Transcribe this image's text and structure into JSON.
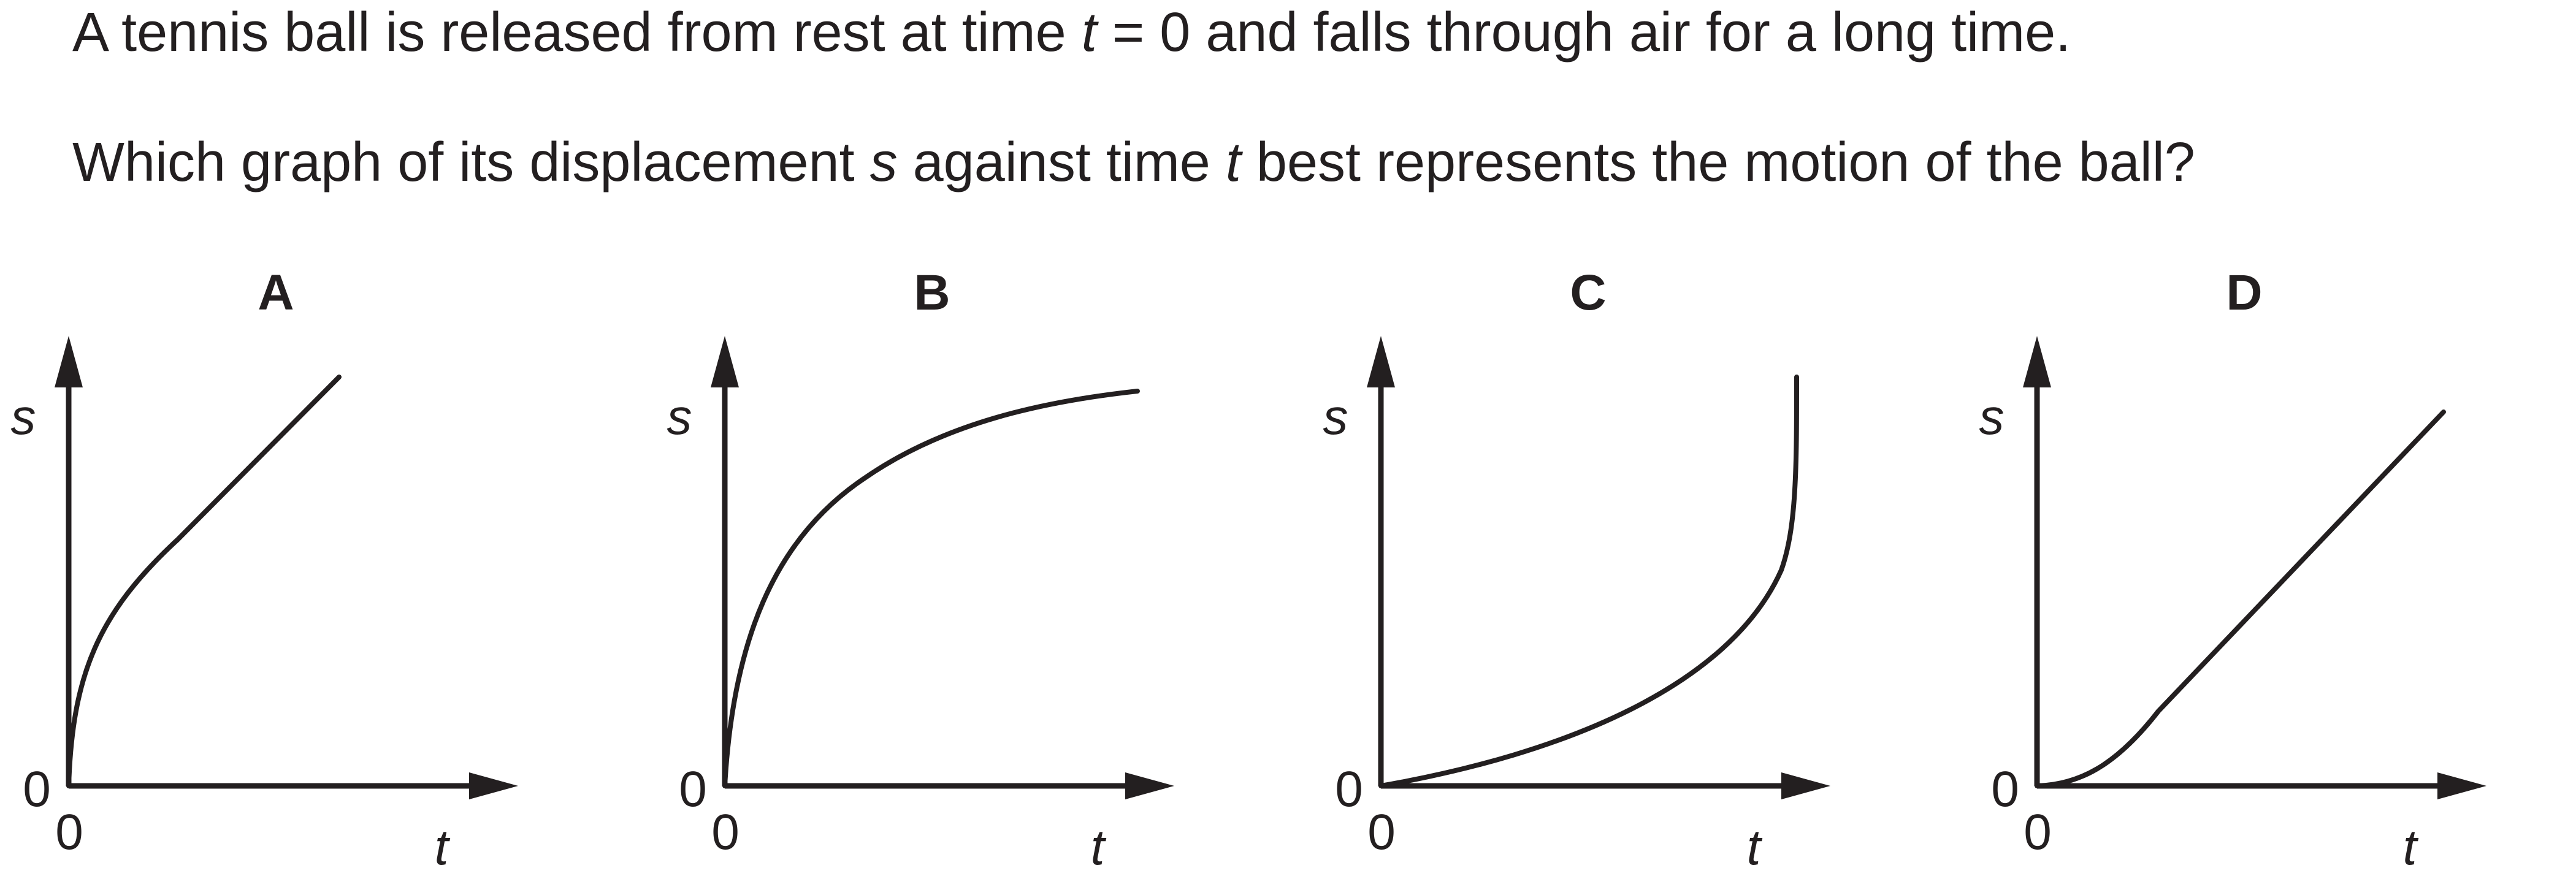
{
  "question": {
    "line1": {
      "pre": "A tennis ball is released from rest at time ",
      "var_t": "t",
      "post": " = 0 and falls through air for a long time."
    },
    "line2": {
      "pre": "Which graph of its displacement ",
      "var_s": "s",
      "mid": " against time ",
      "var_t": "t",
      "post": " best represents the motion of the ball?"
    }
  },
  "graphs": [
    {
      "label": "A",
      "y_axis": "s",
      "x_axis": "t",
      "y_origin": "0",
      "x_origin": "0",
      "curve": "steep start then straight line"
    },
    {
      "label": "B",
      "y_axis": "s",
      "x_axis": "t",
      "y_origin": "0",
      "x_origin": "0",
      "curve": "rises steeply then levels off"
    },
    {
      "label": "C",
      "y_axis": "s",
      "x_axis": "t",
      "y_origin": "0",
      "x_origin": "0",
      "curve": "rises slowly then becomes vertical"
    },
    {
      "label": "D",
      "y_axis": "s",
      "x_axis": "t",
      "y_origin": "0",
      "x_origin": "0",
      "curve": "curves upward then straight line"
    }
  ],
  "colors": {
    "ink": "#231f20",
    "background": "#ffffff"
  }
}
